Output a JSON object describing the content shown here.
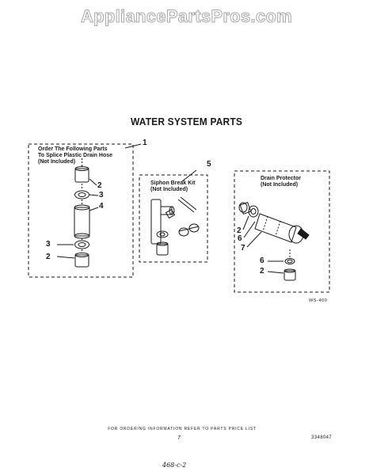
{
  "watermark": "AppliancePartsPros.com",
  "title": "WATER SYSTEM PARTS",
  "boxes": {
    "box1": {
      "line1": "Order The Following Parts",
      "line2": "To Splice Plastic Drain Hose",
      "line3": "(Not Included)"
    },
    "box2": {
      "line1": "Siphon Break Kit",
      "line2": "(Not Included)"
    },
    "box3": {
      "line1": "Drain Protector",
      "line2": "(Not Included)"
    }
  },
  "callouts": {
    "c1": "1",
    "c2a": "2",
    "c3a": "3",
    "c4": "4",
    "c3b": "3",
    "c2b": "2",
    "c5": "5",
    "c2c": "2",
    "c6a": "6",
    "c7": "7",
    "c6b": "6",
    "c2d": "2"
  },
  "figure_code": "WS-400",
  "footer": {
    "ordering": "FOR ORDERING INFORMATION REFER TO PARTS PRICE LIST",
    "page": "7",
    "part_number": "3348047",
    "handwritten": "468-c-2"
  }
}
